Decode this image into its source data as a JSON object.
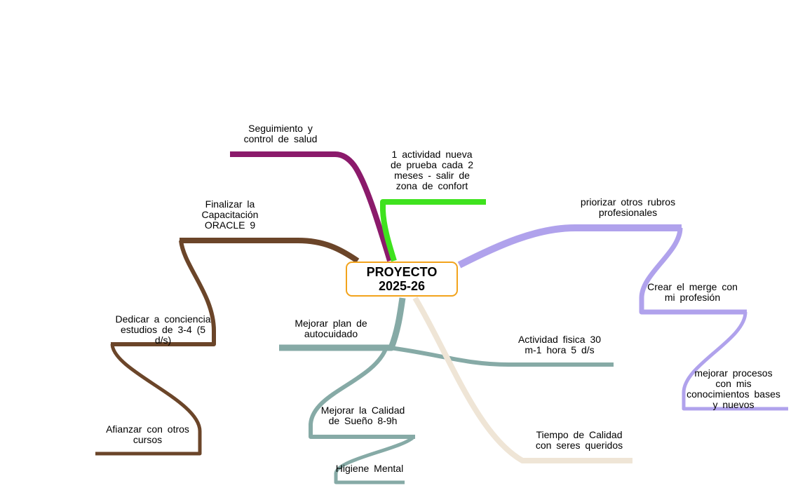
{
  "central": {
    "title": "PROYECTO\n2025-26",
    "border_color": "#f2a31c"
  },
  "colors": {
    "health": "#8b1a6b",
    "oracle": "#6b4529",
    "comfort": "#3fe21e",
    "professional": "#b0a2ec",
    "selfcare": "#86aaa6",
    "quality_time": "#efe5d6"
  },
  "topics": [
    {
      "id": "seguimiento",
      "label": "Seguimiento  y\ncontrol  de  salud",
      "color_key": "health"
    },
    {
      "id": "actividad_nueva",
      "label": "1  actividad  nueva\nde  prueba  cada  2\nmeses  -  salir  de\nzona  de  confort",
      "color_key": "comfort"
    },
    {
      "id": "oracle",
      "label": "Finalizar  la\nCapacitación\nORACLE  9",
      "color_key": "oracle"
    },
    {
      "id": "dedicar",
      "label": "Dedicar  a  conciencia\nestudios  de  3-4  (5\nd/s)",
      "color_key": "oracle"
    },
    {
      "id": "afianzar",
      "label": "Afianzar  con  otros\ncursos",
      "color_key": "oracle"
    },
    {
      "id": "priorizar",
      "label": "priorizar  otros  rubros\nprofesionales",
      "color_key": "professional"
    },
    {
      "id": "merge",
      "label": "Crear  el  merge  con\nmi  profesión",
      "color_key": "professional"
    },
    {
      "id": "procesos",
      "label": "mejorar  procesos\ncon  mis\nconocimientos  bases\ny  nuevos",
      "color_key": "professional"
    },
    {
      "id": "autocuidado",
      "label": "Mejorar  plan  de\nautocuidado",
      "color_key": "selfcare"
    },
    {
      "id": "actividad_fisica",
      "label": "Actividad  fisica  30\nm-1  hora  5  d/s",
      "color_key": "selfcare"
    },
    {
      "id": "sueno",
      "label": "Mejorar  la  Calidad\nde  Sueño  8-9h",
      "color_key": "selfcare"
    },
    {
      "id": "higiene",
      "label": "Higiene Mental",
      "color_key": "selfcare"
    },
    {
      "id": "tiempo",
      "label": "Tiempo  de  Calidad\ncon  seres  queridos",
      "color_key": "quality_time"
    }
  ]
}
